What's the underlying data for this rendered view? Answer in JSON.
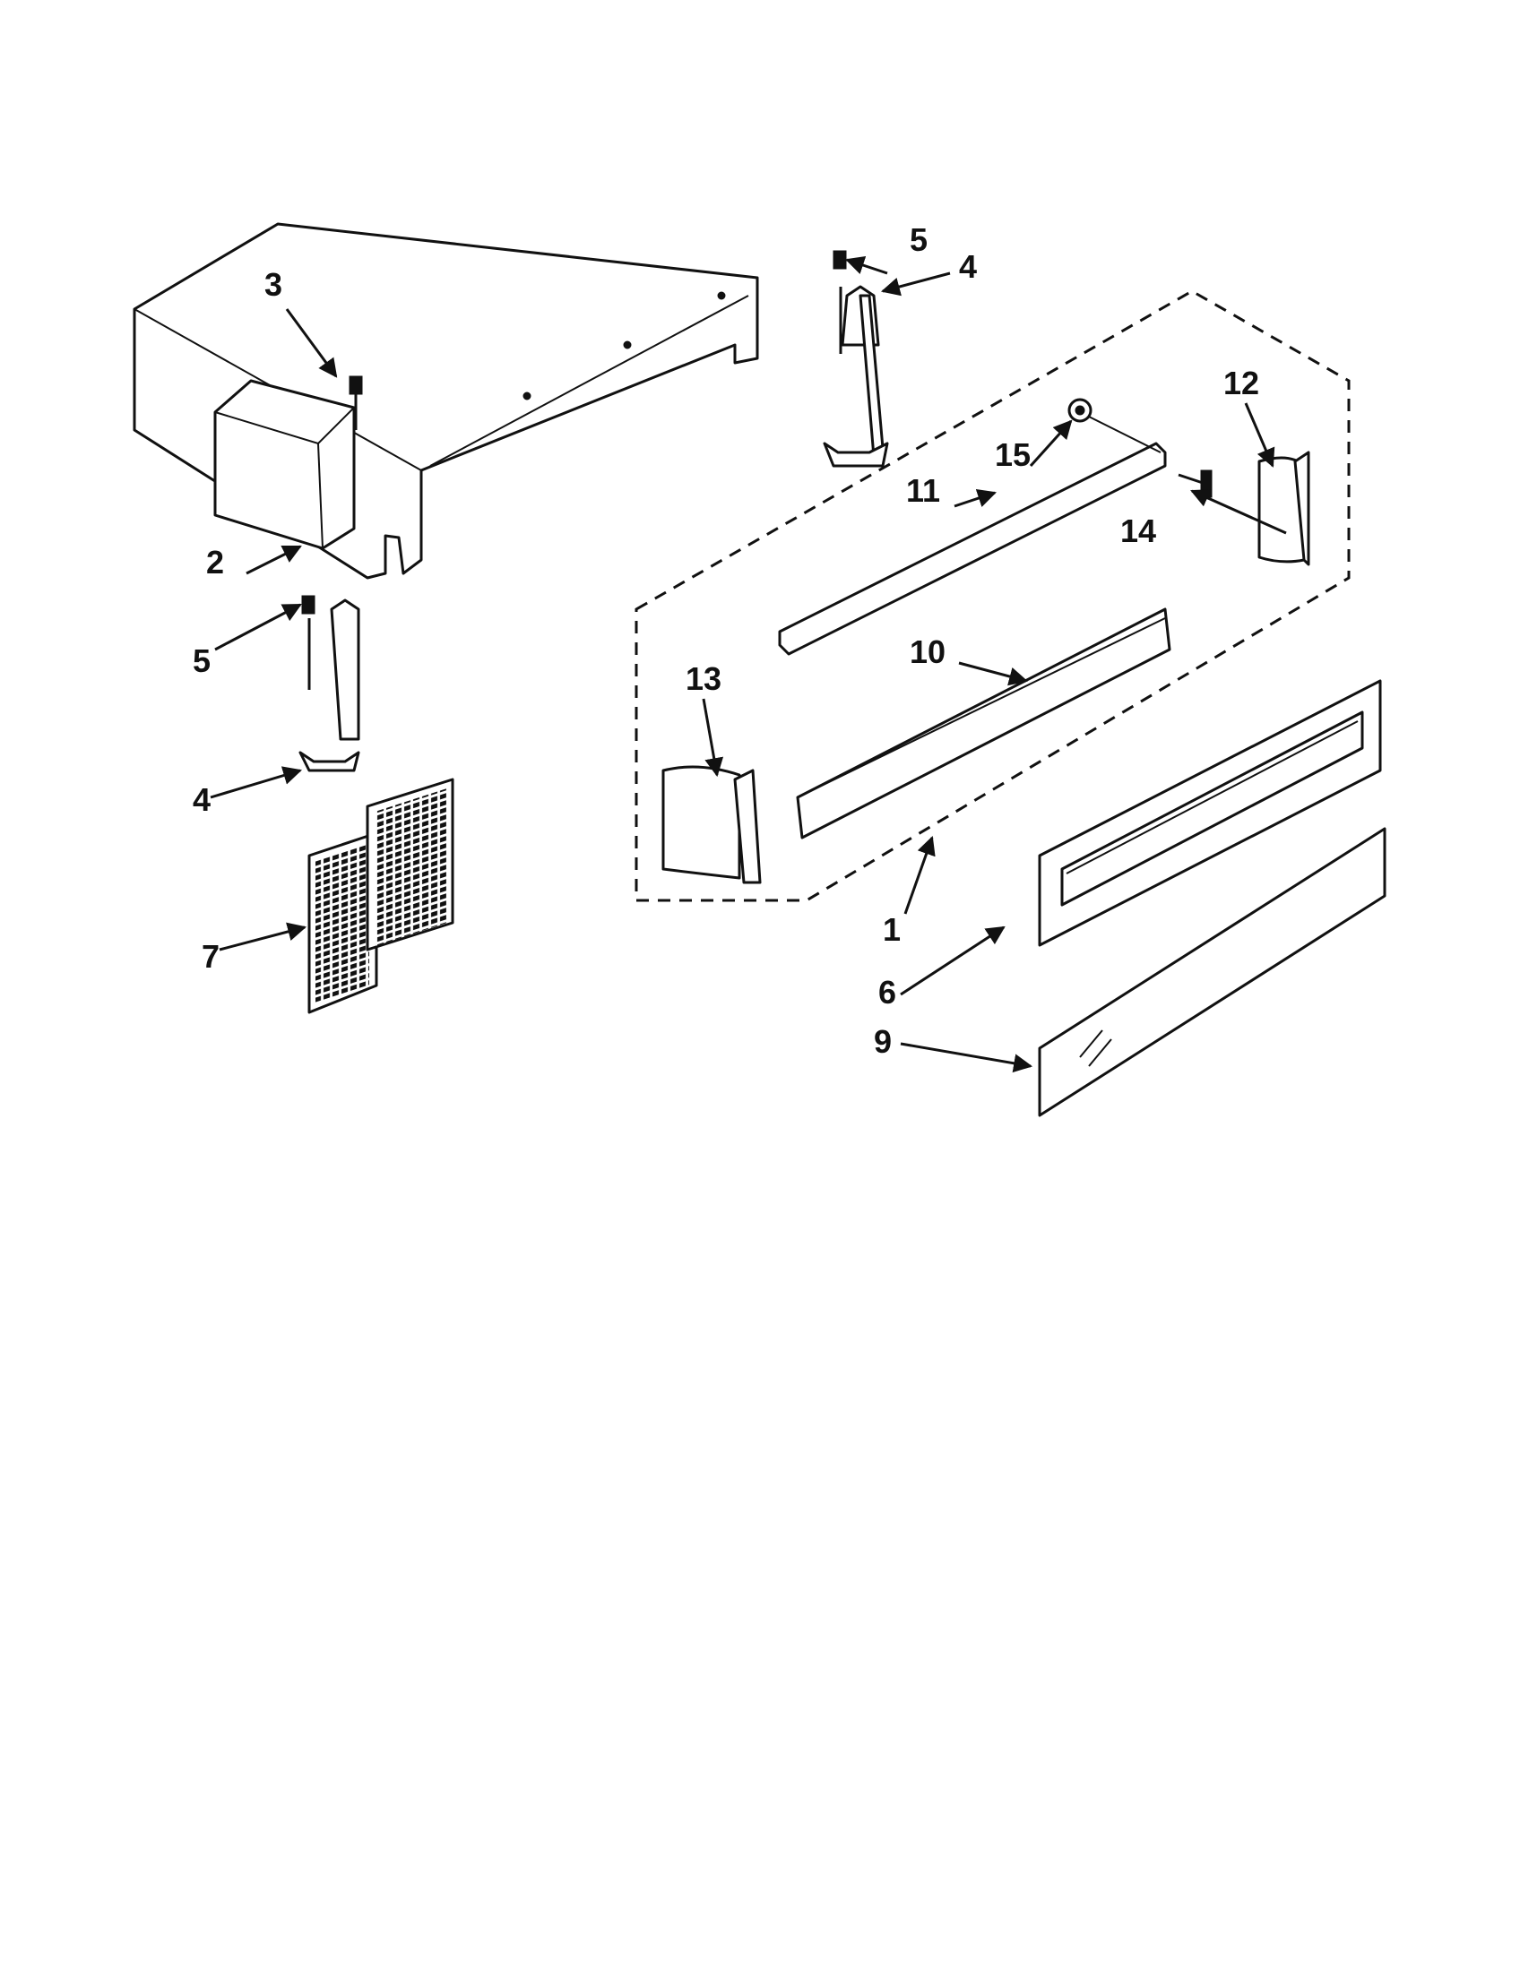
{
  "colors": {
    "ink": "#111111",
    "paper": "#ffffff"
  },
  "callouts": {
    "c1": "1",
    "c2": "2",
    "c3": "3",
    "c4a": "4",
    "c4b": "4",
    "c5a": "5",
    "c5b": "5",
    "c6": "6",
    "c7": "7",
    "c9": "9",
    "c10": "10",
    "c11": "11",
    "c12": "12",
    "c13": "13",
    "c14": "14",
    "c15": "15"
  }
}
